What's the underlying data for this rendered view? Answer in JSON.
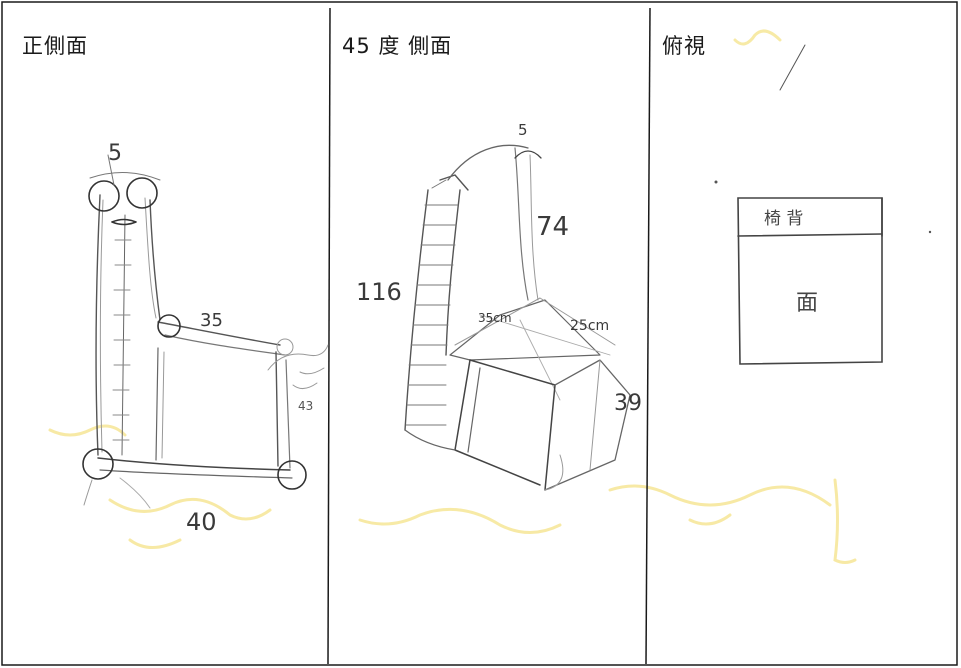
{
  "panels": [
    {
      "title": "正側面",
      "annotations": {
        "top_width": "5",
        "seat_depth": "35",
        "seat_height": "43",
        "base_width": "40"
      }
    },
    {
      "title": "45 度 側面",
      "annotations": {
        "top_width": "5",
        "back_height": "74",
        "total_height": "116",
        "seat_left": "35cm",
        "seat_right": "25cm",
        "seat_height": "39"
      }
    },
    {
      "title": "俯視",
      "labels": {
        "back": "椅 背",
        "seat": "面"
      }
    }
  ],
  "colors": {
    "ink": "#1a1a1a",
    "pencil": "#444444",
    "pencil_light": "#8a8a8a",
    "crayon": "#f2dc6a"
  }
}
